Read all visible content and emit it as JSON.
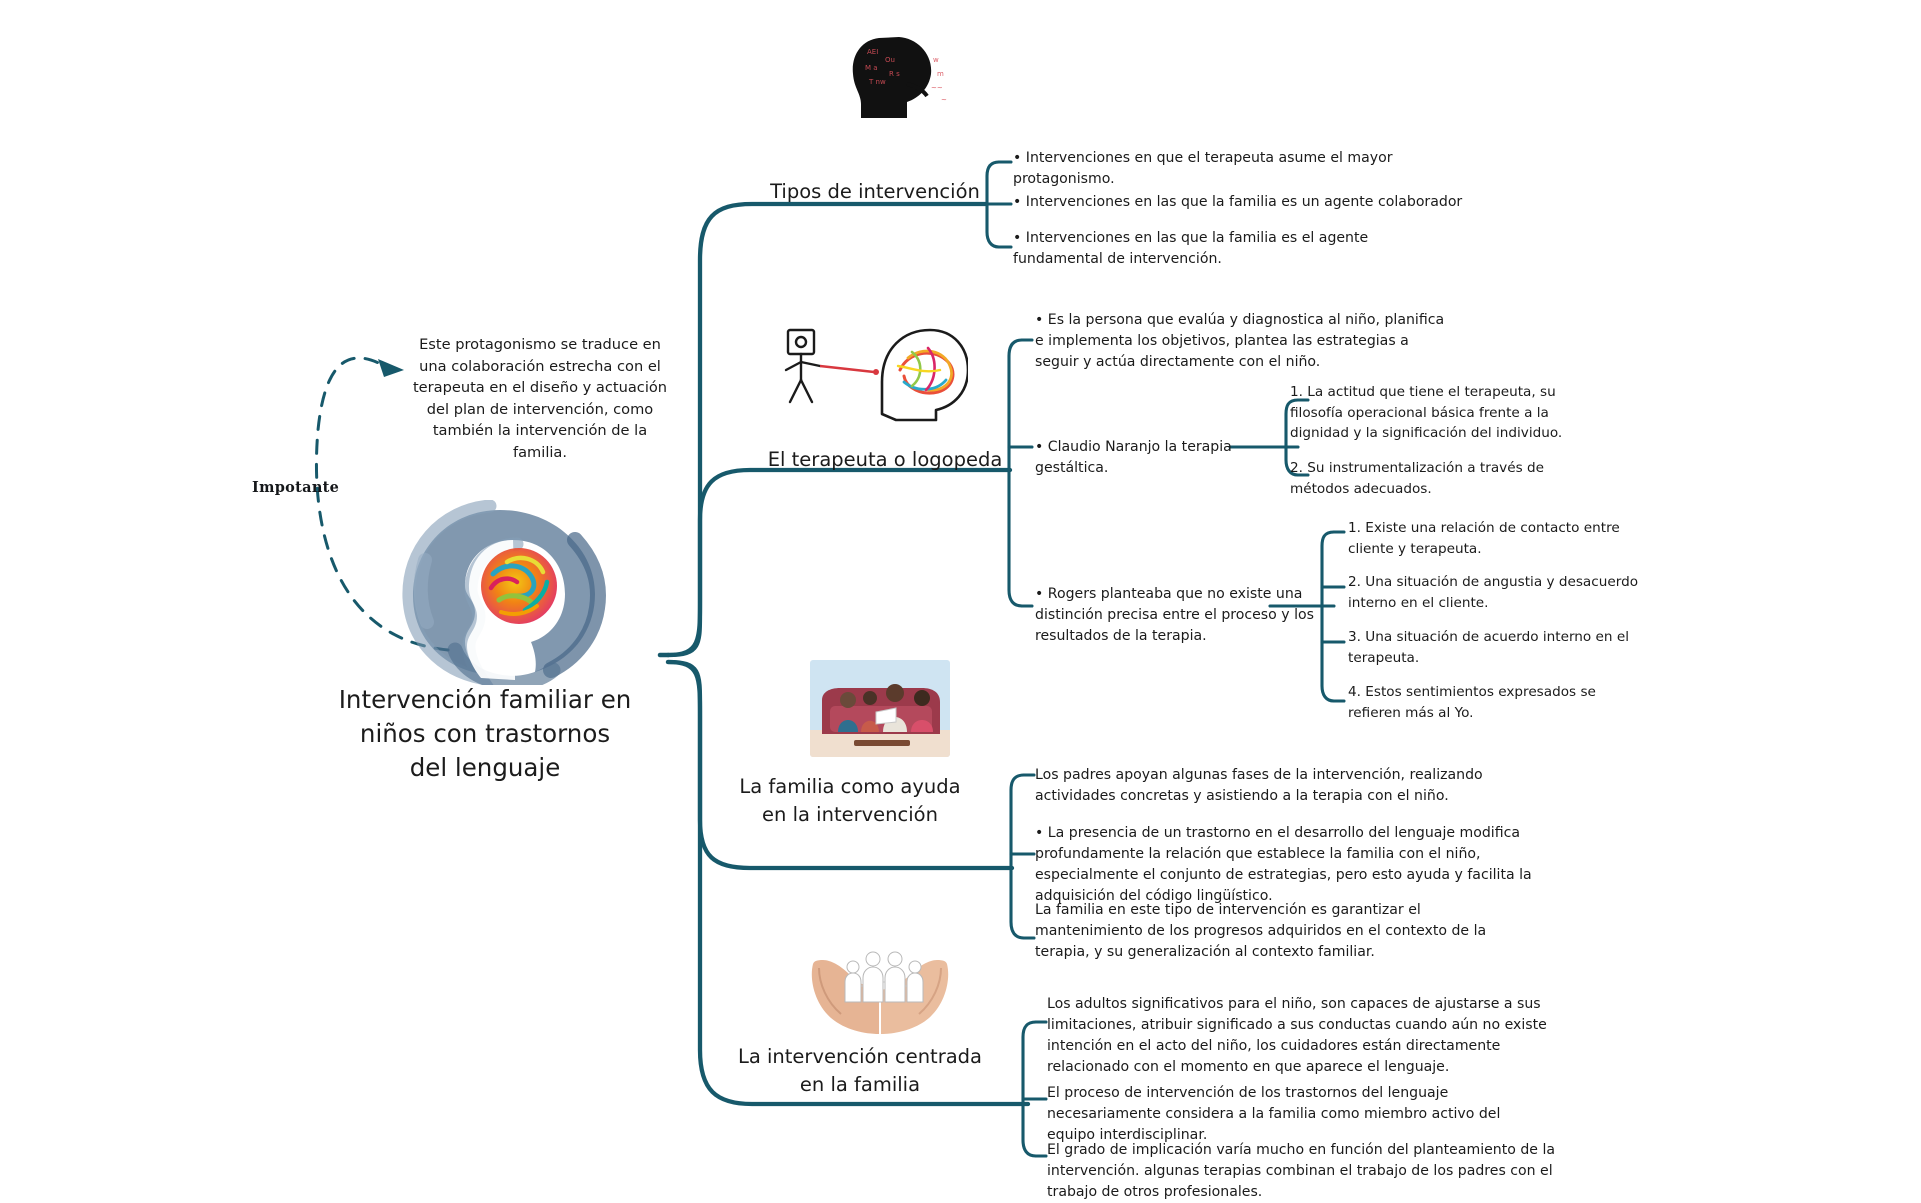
{
  "meta": {
    "doc_type": "mind-map",
    "accent_color": "#17596b",
    "text_color": "#1b1b1b",
    "background": "#ffffff"
  },
  "central": {
    "title": "Intervención familiar en niños con trastornos del lenguaje",
    "title_line1": "Intervención familiar en",
    "title_line2": "niños con trastornos",
    "title_line3": "del lenguaje",
    "icon": "head-with-colorful-brain-icon"
  },
  "callout": {
    "label": "Impotante",
    "note": "Este protagonismo se traduce en una colaboración estrecha con el terapeuta en el diseño y actuación del plan de intervención, como también la intervención de la familia.",
    "arrow": "dashed-curved-arrow-icon"
  },
  "branches": [
    {
      "id": "tipos-de-intervencion",
      "title": "Tipos de intervención",
      "icon": "head-speaking-words-icon",
      "leaves": [
        {
          "text": "• Intervenciones en que el terapeuta asume el mayor protagonismo."
        },
        {
          "text": "• Intervenciones en las que la familia es un agente colaborador"
        },
        {
          "text": "• Intervenciones en las que la familia es el agente fundamental de intervención."
        }
      ]
    },
    {
      "id": "el-terapeuta-o-logopeda",
      "title": "El terapeuta o logopeda",
      "icon": "therapist-pointing-tangled-brain-icon",
      "leaves": [
        {
          "text": "• Es la persona que evalúa y diagnostica al niño, planifica e implementa los objetivos, plantea las estrategias a seguir y actúa directamente con el niño.",
          "children": []
        },
        {
          "text": "• Claudio Naranjo la terapia gestáltica.",
          "children": [
            {
              "text": "1. La actitud que tiene el terapeuta, su filosofía operacional básica frente a la dignidad y la significación del individuo."
            },
            {
              "text": "2. Su instrumentalización a través de métodos adecuados."
            }
          ]
        },
        {
          "text": "• Rogers planteaba que no existe una distinción precisa entre el proceso y los resultados de la terapia.",
          "children": [
            {
              "text": "1. Existe una relación de contacto entre cliente y terapeuta."
            },
            {
              "text": "2. Una situación de angustia y desacuerdo interno en el cliente."
            },
            {
              "text": "3. Una situación de acuerdo interno en el terapeuta."
            },
            {
              "text": "4. Estos sentimientos expresados se refieren más al Yo."
            }
          ]
        }
      ]
    },
    {
      "id": "la-familia-como-ayuda",
      "title_line1": "La familia como ayuda",
      "title_line2": "en la intervención",
      "title": "La familia como ayuda en la intervención",
      "icon": "family-reading-on-sofa-icon",
      "leaves": [
        {
          "text": "Los padres apoyan algunas fases de la intervención, realizando actividades concretas y asistiendo a la terapia con el niño."
        },
        {
          "text": "• La presencia de un trastorno en el desarrollo del lenguaje modifica profundamente la relación que establece la familia con el niño, especialmente el conjunto de estrategias, pero esto ayuda y facilita la adquisición del código lingüístico."
        },
        {
          "text": "La familia en este tipo de intervención es garantizar el mantenimiento de los progresos adquiridos en el contexto de la terapia, y su generalización al contexto familiar."
        }
      ]
    },
    {
      "id": "la-intervencion-centrada-en-la-familia",
      "title_line1": "La intervención centrada",
      "title_line2": "en la familia",
      "title": "La intervención centrada en la familia",
      "icon": "hands-holding-paper-family-icon",
      "leaves": [
        {
          "text": "Los adultos significativos para el niño, son capaces de ajustarse a sus limitaciones, atribuir significado a sus conductas cuando aún no existe intención en el acto del niño, los cuidadores están directamente relacionado con el momento en que aparece el lenguaje."
        },
        {
          "text": "El proceso de intervención de los trastornos del lenguaje necesariamente considera a la familia como miembro activo del equipo interdisciplinar."
        },
        {
          "text": "El grado de implicación varía mucho en función del planteamiento de la intervención. algunas terapias combinan el trabajo de los padres con el trabajo de otros profesionales."
        }
      ]
    }
  ]
}
